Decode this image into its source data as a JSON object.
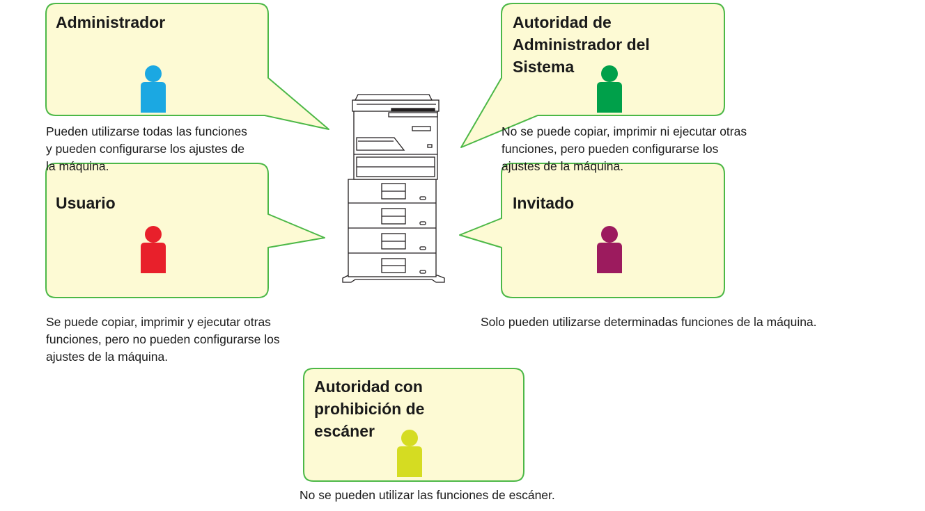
{
  "roles": {
    "administrador": {
      "title": [
        "Administrador"
      ],
      "description": [
        "Pueden utilizarse todas las funciones",
        "y pueden configurarse los ajustes de",
        "la máquina."
      ],
      "color": "#1ba8e2"
    },
    "system_admin": {
      "title": [
        "Autoridad de",
        "Administrador del",
        "Sistema"
      ],
      "description": [
        "No se puede copiar, imprimir ni ejecutar otras",
        "funciones, pero pueden configurarse los",
        "ajustes de la máquina."
      ],
      "color": "#00a04a"
    },
    "usuario": {
      "title": [
        "Usuario"
      ],
      "description": [
        "Se puede copiar, imprimir y ejecutar otras",
        "funciones, pero no pueden configurarse los",
        "ajustes de la máquina."
      ],
      "color": "#e8202b"
    },
    "invitado": {
      "title": [
        "Invitado"
      ],
      "description": [
        "Solo pueden utilizarse determinadas funciones de la máquina."
      ],
      "color": "#9c1b5e"
    },
    "scanner_prohibited": {
      "title": [
        "Autoridad con",
        "prohibición de",
        "escáner"
      ],
      "description": [
        "No se pueden utilizar las funciones de escáner."
      ],
      "color": "#d5dc22"
    }
  },
  "colors": {
    "bubble_fill": "#fdfad4",
    "bubble_border": "#4cb847"
  }
}
